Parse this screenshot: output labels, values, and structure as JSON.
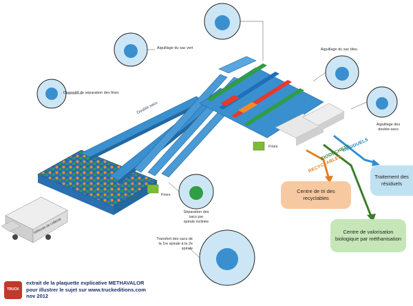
{
  "callouts": {
    "fines_separation": "Dispositif de séparation des fines",
    "green_bag_switch": "Aiguillage du sac vert",
    "blue_bag_switch": "Aiguillage du sac bleu",
    "double_bag_switch": "Aiguillage des double-sacs",
    "spiral_separation": "Séparation des sacs par spirale inclinée",
    "spiral_transfer": "Transfert des sacs de la 1re spirale à la 2e spirale"
  },
  "labels": {
    "double_bags": "Double sacs",
    "fines_upper": "Fines",
    "fines_lower": "Fines",
    "collection_vehicle": "Véhicule de collecte"
  },
  "streams": {
    "residual": "RÉSIDUELS",
    "biowaste": "BIODÉCHETS",
    "recyclable": "RECYCLABLES"
  },
  "outputs": {
    "recyclables": "Centre de tri des recyclables",
    "biological": "Centre de valorisation biologique par méthanisation",
    "residual": "Traitement des résiduels"
  },
  "logo": {
    "text": "TRUCK"
  },
  "footer": {
    "line1": "extrait de la plaquette explicative METHAVALOR",
    "line2": "pour illustrer le sujet sur www.truckeditions.com",
    "line3": "nov 2012"
  },
  "colors": {
    "conveyor": "#3a8fcf",
    "conveyor_dark": "#23689e",
    "bin_green": "#7dba3a",
    "bag_green": "#2f9e44",
    "bag_blue": "#1f6fb8",
    "bag_orange": "#f28c28",
    "stream_blue": "#2f8fd2",
    "stream_green": "#3a7d2a",
    "stream_orange": "#e37e1e",
    "footer_text": "#1a2f6a"
  }
}
